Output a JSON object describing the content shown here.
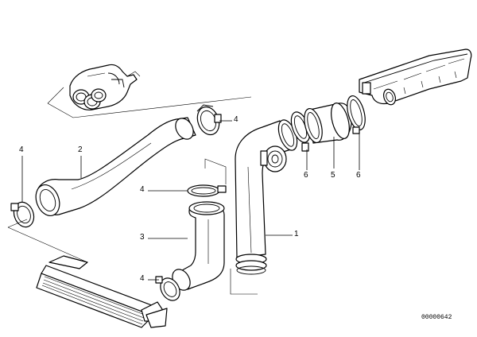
{
  "callouts": {
    "c1": "1",
    "c2": "2",
    "c3": "3",
    "c4a": "4",
    "c4b": "4",
    "c4c": "4",
    "c4d": "4",
    "c5": "5",
    "c6a": "6",
    "c6b": "6"
  },
  "reference_number": "00000642"
}
